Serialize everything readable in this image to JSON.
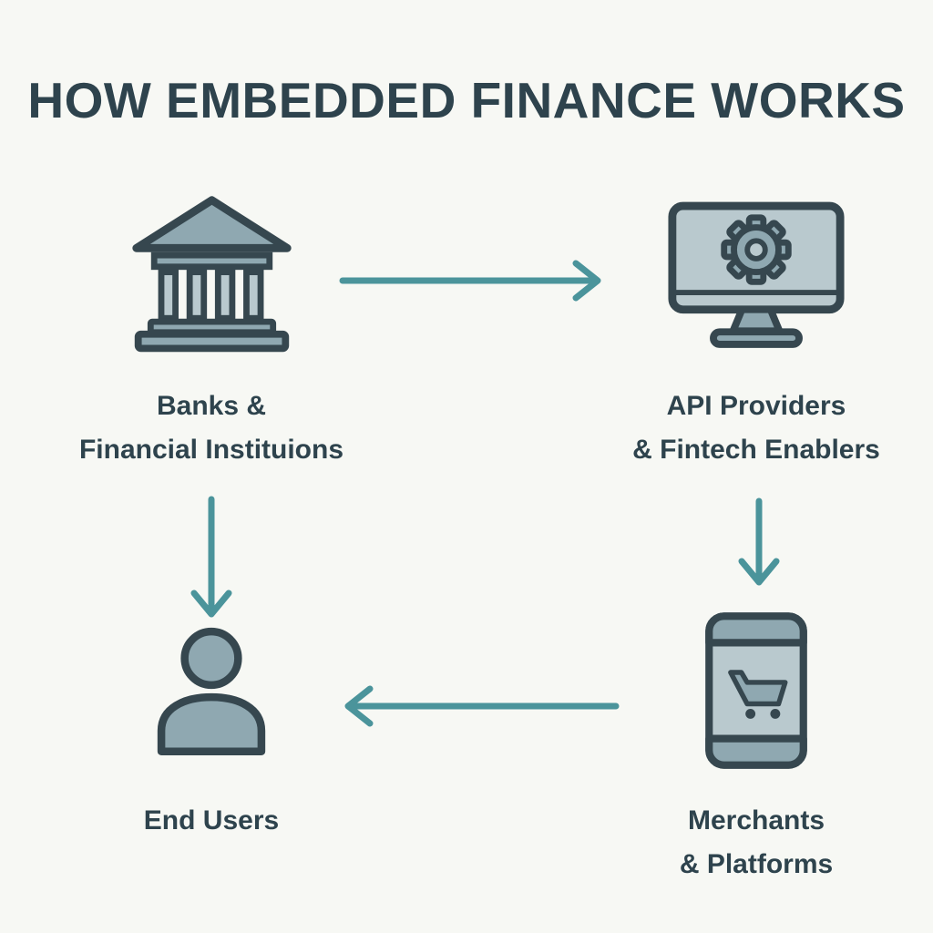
{
  "title": "HOW EMBEDDED FINANCE WORKS",
  "colors": {
    "background": "#f7f8f4",
    "text": "#2e434d",
    "icon_outline": "#36474f",
    "icon_fill": "#8fa8b1",
    "icon_fill_light": "#b9c9ce",
    "arrow": "#4b949b"
  },
  "nodes": {
    "banks": {
      "icon": "bank-icon",
      "line1": "Banks &",
      "line2": "Financial Instituions"
    },
    "api": {
      "icon": "monitor-gear-icon",
      "line1": "API Providers",
      "line2": "& Fintech Enablers"
    },
    "end_users": {
      "icon": "person-icon",
      "line1": "End Users",
      "line2": ""
    },
    "merchants": {
      "icon": "smartphone-cart-icon",
      "line1": "Merchants",
      "line2": "& Platforms"
    }
  },
  "arrows": [
    {
      "from": "banks",
      "to": "api",
      "direction": "right"
    },
    {
      "from": "api",
      "to": "merchants",
      "direction": "down"
    },
    {
      "from": "merchants",
      "to": "end_users",
      "direction": "left"
    },
    {
      "from": "banks",
      "to": "end_users",
      "direction": "down"
    }
  ]
}
